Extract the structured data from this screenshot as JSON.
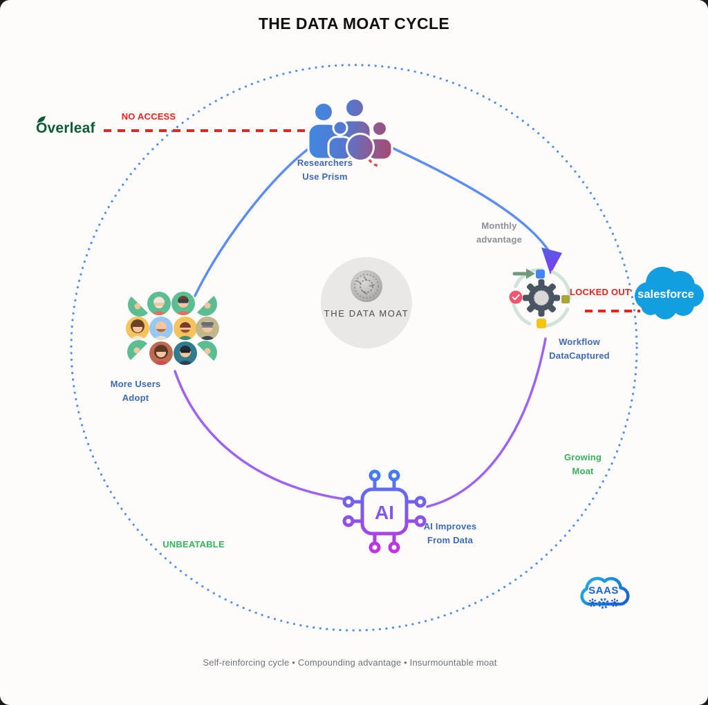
{
  "title": "THE DATA MOAT CYCLE",
  "center": {
    "label": "THE DATA MOAT"
  },
  "cycle": {
    "researchers": {
      "line1": "Researchers",
      "line2": "Use Prism"
    },
    "workflow": {
      "line1": "Workflow",
      "line2": "DataCaptured"
    },
    "ai": {
      "line1": "AI Improves",
      "line2": "From Data",
      "chip_text": "AI"
    },
    "users": {
      "line1": "More Users",
      "line2": "Adopt"
    }
  },
  "annotations": {
    "no_access": "NO ACCESS",
    "locked_out": "LOCKED OUT",
    "monthly_line1": "Monthly",
    "monthly_line2": "advantage",
    "growing_line1": "Growing",
    "growing_line2": "Moat",
    "unbeatable": "UNBEATABLE"
  },
  "logos": {
    "overleaf": "Overleaf",
    "salesforce": "salesforce",
    "saas": "SAAS"
  },
  "footer": "Self-reinforcing cycle • Compounding advantage • Insurmountable moat",
  "icons": [
    "people-group-icon",
    "avatars-grid-icon",
    "gear-workflow-icon",
    "ai-chip-icon",
    "moat-sphere-icon",
    "saas-cloud-icon",
    "salesforce-cloud-icon",
    "overleaf-leaf-icon",
    "flow-arrowhead-icon"
  ],
  "colors": {
    "cycle_ring_blue": "#4e8ef2",
    "flow_blue": "#5b8df5",
    "flow_purple": "#9d62f2",
    "label_blue": "#3d6ab5",
    "alert_red": "#e8231d",
    "moat_green": "#36b35c",
    "note_gray": "#8a8f98",
    "overleaf_green": "#0a5c36",
    "salesforce_blue": "#149ee2",
    "moat_fill": "#e9e8e5"
  }
}
